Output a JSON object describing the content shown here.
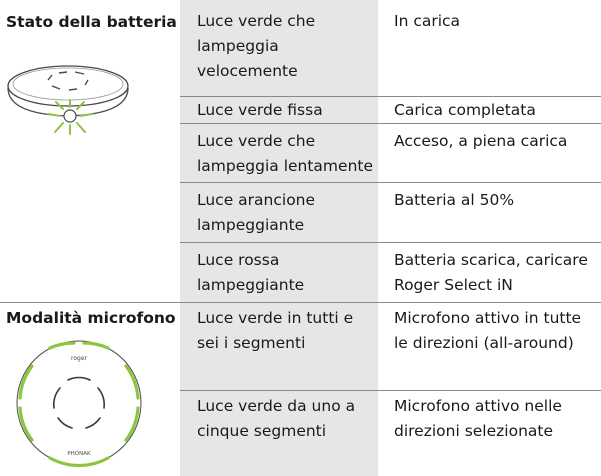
{
  "sections": [
    {
      "title": "Stato della batteria",
      "rows": [
        {
          "indicator": "Luce verde che lampeggia velocemente",
          "meaning": "In carica"
        },
        {
          "indicator": "Luce verde fissa",
          "meaning": "Carica completata"
        },
        {
          "indicator": "Luce verde che lampeggia lentamente",
          "meaning": "Acceso, a piena carica"
        },
        {
          "indicator": "Luce arancione lampeggiante",
          "meaning": "Batteria al 50%"
        },
        {
          "indicator": "Luce rossa lampeggiante",
          "meaning": "Batteria scarica, caricare Roger Select iN"
        }
      ]
    },
    {
      "title": "Modalità microfono",
      "rows": [
        {
          "indicator": "Luce verde in tutti e sei i segmenti",
          "meaning": "Microfono attivo in tutte le direzioni (all-around)"
        },
        {
          "indicator": "Luce verde da uno a cinque segmenti",
          "meaning": "Microfono attivo nelle direzioni selezionate"
        }
      ]
    }
  ],
  "device_labels": {
    "top": "roger",
    "bottom": "PHONAK"
  },
  "colors": {
    "led_green": "#8cc63f",
    "cell_bg": "#e6e6e6",
    "rule": "#8a8a8a"
  }
}
